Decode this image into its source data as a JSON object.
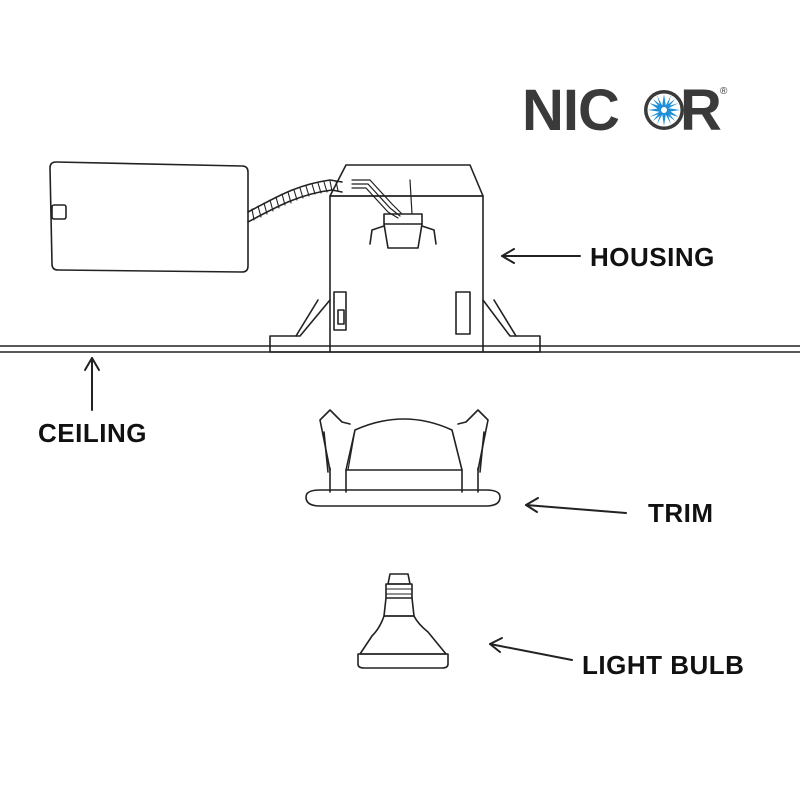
{
  "logo": {
    "prefix": "NIC",
    "suffix": "R",
    "registered": "®",
    "star_color": "#1e8fd6",
    "text_color": "#3a3a3a"
  },
  "labels": {
    "housing": "HOUSING",
    "ceiling": "CEILING",
    "trim": "TRIM",
    "light_bulb": "LIGHT BULB"
  },
  "colors": {
    "line": "#222222",
    "text": "#111111"
  }
}
